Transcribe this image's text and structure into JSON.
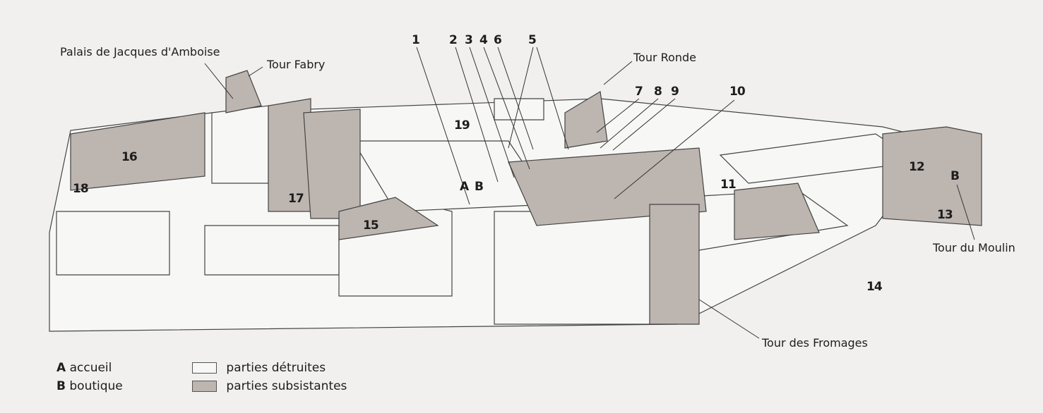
{
  "labels": {
    "palais": "Palais de Jacques d'Amboise",
    "tour_fabry": "Tour Fabry",
    "tour_ronde": "Tour Ronde",
    "tour_moulin": "Tour du Moulin",
    "tour_fromages": "Tour des Fromages"
  },
  "numbers": [
    "1",
    "2",
    "3",
    "4",
    "6",
    "5",
    "7",
    "8",
    "9",
    "10",
    "11",
    "12",
    "13",
    "14",
    "15",
    "16",
    "17",
    "18",
    "19"
  ],
  "markers": {
    "a": "A",
    "b": "B",
    "b2": "B"
  },
  "legend": {
    "a_letter": "A",
    "a_text": "accueil",
    "b_letter": "B",
    "b_text": "boutique",
    "destroyed": "parties détruites",
    "surviving": "parties subsistantes"
  },
  "colors": {
    "destroyed": "#f7f7f5",
    "surviving": "#bdb5b0",
    "line": "#333333"
  }
}
